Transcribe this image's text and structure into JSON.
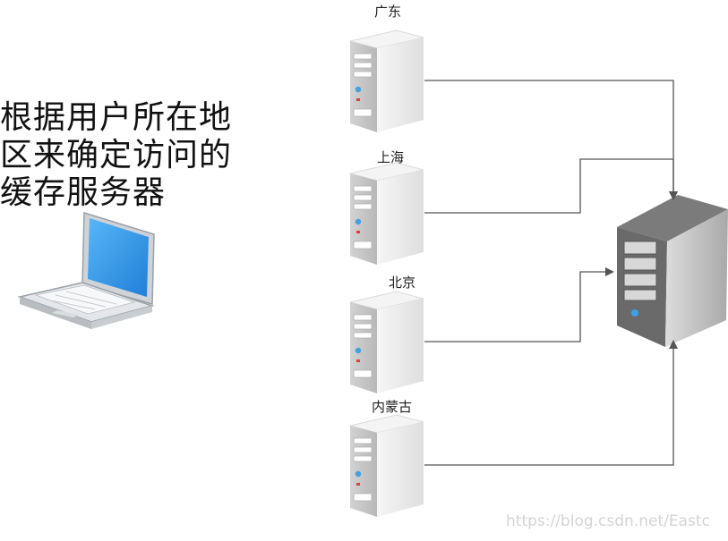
{
  "caption": {
    "lines": [
      "根据用户所在地",
      "区来确定访问的",
      "缓存服务器"
    ]
  },
  "servers": [
    {
      "label": "广东"
    },
    {
      "label": "上海"
    },
    {
      "label": "北京"
    },
    {
      "label": "内蒙古"
    }
  ],
  "watermark": "https://blog.csdn.net/Eastc",
  "icons": {
    "client": "laptop-icon",
    "cache_server": "server-tower-icon",
    "origin_server": "main-server-icon"
  },
  "colors": {
    "connector": "#555555",
    "laptop_screen": "#2f96e8",
    "server_body": "#ececec",
    "server_side": "#c9c9c9",
    "main_server_dark": "#6e6e6e",
    "power_led": "#3ea0e6",
    "status_led": "#d94040"
  }
}
